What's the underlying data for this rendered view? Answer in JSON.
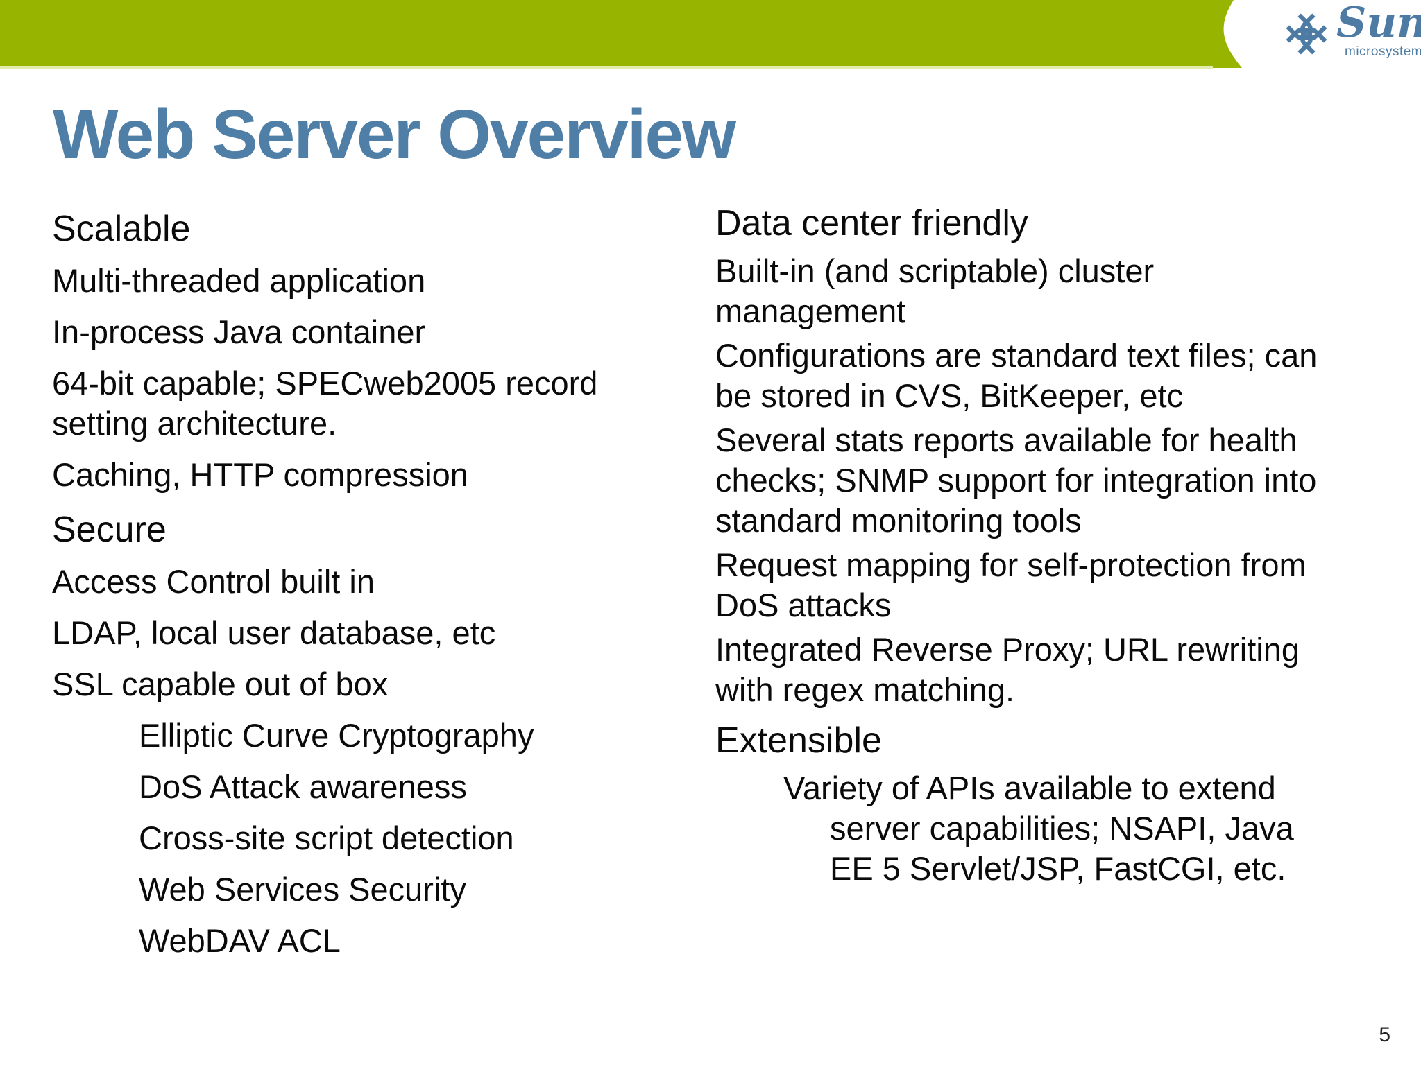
{
  "title": "Web Server Overview",
  "page_number": "5",
  "brand": {
    "logo_text": "Sun",
    "logo_subtext": "microsystems",
    "logo_color": "#4d7ba3",
    "bar_color": "#96b400"
  },
  "columns": {
    "left": [
      {
        "type": "heading",
        "text": "Scalable"
      },
      {
        "type": "item",
        "text": "Multi-threaded application"
      },
      {
        "type": "item",
        "text": "In-process Java container"
      },
      {
        "type": "item",
        "text": "64-bit capable; SPECweb2005 record\nsetting architecture."
      },
      {
        "type": "item",
        "text": "Caching, HTTP compression"
      },
      {
        "type": "heading",
        "text": "Secure"
      },
      {
        "type": "item",
        "text": "Access Control built in"
      },
      {
        "type": "item",
        "text": "LDAP, local user database, etc"
      },
      {
        "type": "item",
        "text": "SSL capable out of box"
      },
      {
        "type": "subitem",
        "text": "Elliptic Curve Cryptography"
      },
      {
        "type": "subitem",
        "text": "DoS Attack awareness"
      },
      {
        "type": "subitem",
        "text": "Cross-site script detection"
      },
      {
        "type": "subitem",
        "text": "Web Services Security"
      },
      {
        "type": "subitem",
        "text": "WebDAV ACL"
      }
    ],
    "right": [
      {
        "type": "heading",
        "text": "Data center friendly"
      },
      {
        "type": "item",
        "text": "Built-in (and scriptable) cluster\nmanagement"
      },
      {
        "type": "item",
        "text": "Configurations are standard text files; can\nbe stored in CVS, BitKeeper, etc"
      },
      {
        "type": "item",
        "text": "Several stats reports available for health\nchecks; SNMP support for integration into\nstandard monitoring tools"
      },
      {
        "type": "item",
        "text": "Request mapping for self-protection from\nDoS attacks"
      },
      {
        "type": "item",
        "text": "Integrated Reverse Proxy; URL rewriting\nwith regex matching."
      },
      {
        "type": "heading",
        "text": "Extensible"
      },
      {
        "type": "subitem2",
        "text": "Variety of APIs available to extend\nserver capabilities; NSAPI, Java\nEE 5 Servlet/JSP, FastCGI, etc."
      }
    ]
  }
}
